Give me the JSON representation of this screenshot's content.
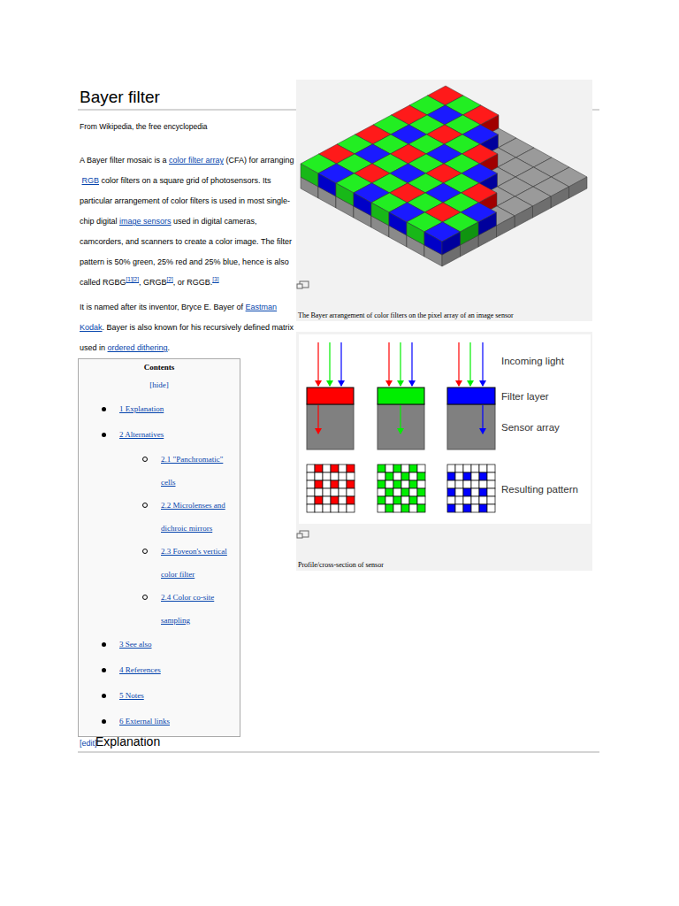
{
  "diagram": {
    "title": "Bayer filter",
    "nodes": [
      {
        "text": [
          "Contents",
          "[hide]",
          "1 Explanation",
          "2 Alternatives",
          "2.1 \"Panchromatic\" cells",
          "2.2 Microlenses and dichroic mirrors",
          "2.3 Foveon's vertical color filter",
          "2.4 Color co-site sampling",
          "3 See also",
          "4 References",
          "5 Notes",
          "6 External links"
        ]
      }
    ],
    "labels": [
      "From Wikipedia, the free encyclopedia",
      "A Bayer filter mosaic is a",
      "color filter array",
      "(CFA) for arranging",
      "RGB",
      "color filters on a square grid of photosensors. Its particular arrangement of color filters is used in most single-chip digital",
      "image sensors",
      "used in digital cameras, camcorders, and scanners to create a color image. The filter pattern is 50% green, 25% red and 25% blue, hence is also called RGBG",
      "[1][2]",
      ", GRGB",
      "[2]",
      ", or RGGB.",
      "[3]",
      "It is named after its inventor, Bryce E. Bayer of",
      "Eastman Kodak",
      ". Bayer is also known for his recursively defined matrix used in",
      "ordered dithering",
      ".",
      "The Bayer arrangement of color filters on the pixel array of an image sensor",
      "Incoming light",
      "Filter layer",
      "Sensor array",
      "Resulting pattern",
      "Profile/cross-section of sensor",
      "[edit]",
      "Explanation"
    ]
  }
}
